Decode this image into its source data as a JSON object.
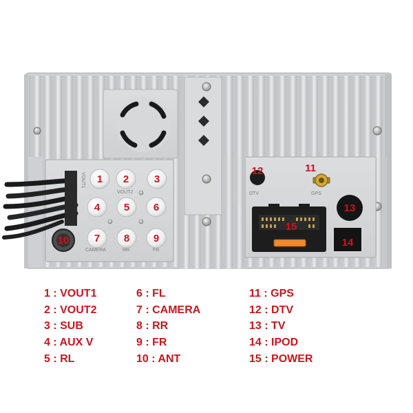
{
  "ports": [
    {
      "num": "1",
      "label": "VOUT1"
    },
    {
      "num": "2",
      "label": "VOUT2"
    },
    {
      "num": "3",
      "label": "SUB"
    },
    {
      "num": "4",
      "label": "AUX  V"
    },
    {
      "num": "5",
      "label": "RL"
    },
    {
      "num": "6",
      "label": "FL"
    },
    {
      "num": "7",
      "label": "CAMERA"
    },
    {
      "num": "8",
      "label": "RR"
    },
    {
      "num": "9",
      "label": "FR"
    },
    {
      "num": "10",
      "label": "ANT"
    },
    {
      "num": "11",
      "label": "GPS"
    },
    {
      "num": "12",
      "label": "DTV"
    },
    {
      "num": "13",
      "label": "TV"
    },
    {
      "num": "14",
      "label": "IPOD"
    },
    {
      "num": "15",
      "label": "POWER"
    }
  ],
  "legend_items": [
    "1 : VOUT1",
    "2 : VOUT2",
    "3 : SUB",
    "4 : AUX  V",
    "5 : RL",
    "6 : FL",
    "7 : CAMERA",
    "8 : RR",
    "9 : FR",
    "10 : ANT",
    "11 : GPS",
    "12 : DTV",
    "13 : TV",
    "14 : IPOD",
    "15 : POWER"
  ],
  "colors": {
    "label_red": "#c8161d",
    "chassis": "#d7d8da",
    "jack_white": "#f4f4f4"
  }
}
